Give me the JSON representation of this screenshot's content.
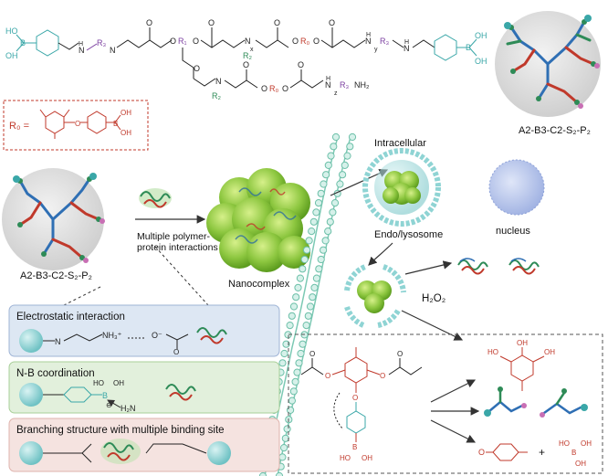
{
  "labels": {
    "polymer_name_top": "A2-B3-C2-S₂-P₂",
    "polymer_name_left": "A2-B3-C2-S₂-P₂",
    "r0_def": "R₀ =",
    "interactions": "Multiple polymer-\nprotein interactions",
    "nanocomplex": "Nanocomplex",
    "intracellular": "Intracellular",
    "endo_lysosome": "Endo/lysosome",
    "nucleus": "nucleus",
    "h2o2": "H₂O₂",
    "electrostatic": "Electrostatic interaction",
    "nb_coordination": "N-B coordination",
    "branching": "Branching structure with multiple binding site"
  },
  "colors": {
    "boronic_teal": "#3aa7a8",
    "r3_purple": "#7b3fa0",
    "r0_red": "#c0392b",
    "r2_green": "#2e8b57",
    "nanocomplex_green": "#8cc63f",
    "membrane_green": "#8fd3c0",
    "sphere_teal": "#8fd4d4",
    "nucleus_blue": "#a9b9e6",
    "panel_blue": "#dde7f3",
    "panel_green": "#e2f0dc",
    "panel_pink": "#f5e3e0"
  }
}
